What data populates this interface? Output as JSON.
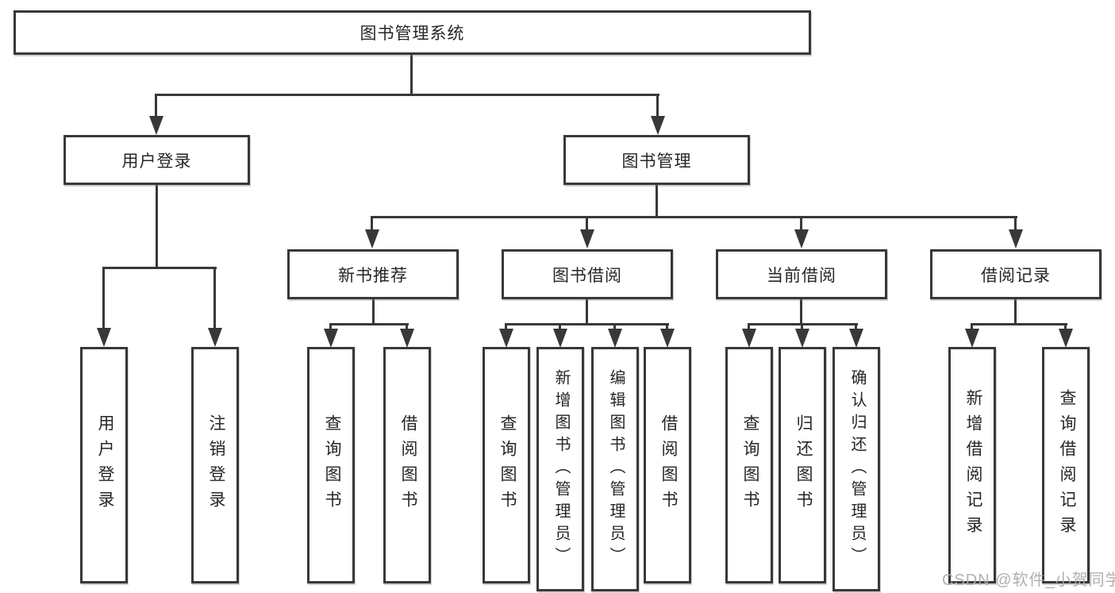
{
  "diagram": {
    "watermark": "CSDN @软件_小贺同学",
    "colors": {
      "line": "#383838",
      "box_border": "#383838",
      "box_background": "#ffffff",
      "text": "#262626",
      "watermark": "#aaaaaa",
      "page_background": "#ffffff"
    },
    "tree": {
      "label": "图书管理系统",
      "children": [
        {
          "label": "用户登录",
          "children": [
            {
              "label": "用户登录"
            },
            {
              "label": "注销登录"
            }
          ]
        },
        {
          "label": "图书管理",
          "children": [
            {
              "label": "新书推荐",
              "children": [
                {
                  "label": "查询图书"
                },
                {
                  "label": "借阅图书"
                }
              ]
            },
            {
              "label": "图书借阅",
              "children": [
                {
                  "label": "查询图书"
                },
                {
                  "label": "新增图书（管理员）"
                },
                {
                  "label": "编辑图书（管理员）"
                },
                {
                  "label": "借阅图书"
                }
              ]
            },
            {
              "label": "当前借阅",
              "children": [
                {
                  "label": "查询图书"
                },
                {
                  "label": "归还图书"
                },
                {
                  "label": "确认归还（管理员）"
                }
              ]
            },
            {
              "label": "借阅记录",
              "children": [
                {
                  "label": "新增借阅记录"
                },
                {
                  "label": "查询借阅记录"
                }
              ]
            }
          ]
        }
      ]
    }
  }
}
